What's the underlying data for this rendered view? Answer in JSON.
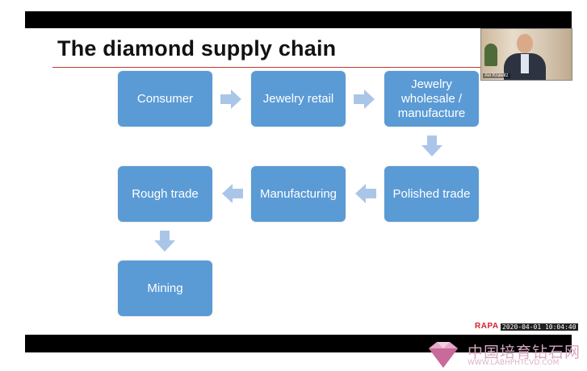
{
  "slide": {
    "title": "The diamond supply chain",
    "boxes": [
      "Consumer",
      "Jewelry retail",
      "Jewelry wholesale / manufacture",
      "Polished trade",
      "Manufacturing",
      "Rough trade",
      "Mining"
    ]
  },
  "video": {
    "presenter_name": "Avi Krawitz"
  },
  "footer": {
    "logo": "RAPA",
    "timestamp": "2020-04-01 10:04:40"
  },
  "watermark": {
    "chinese": "中国培育钻石网",
    "url": "WWW.LABHPHTCVD.COM"
  },
  "colors": {
    "box": "#5b9bd5",
    "arrow": "#a9c6e8",
    "rule": "#c0392b"
  }
}
